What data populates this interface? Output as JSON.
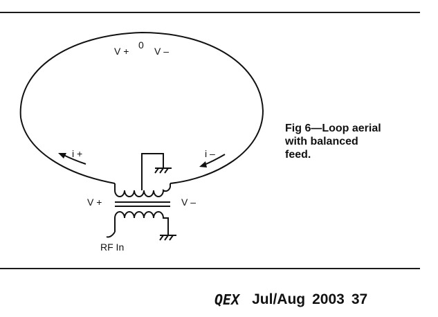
{
  "figure": {
    "labels": {
      "top_v_plus": "V +",
      "top_zero": "0",
      "top_v_minus": "V –",
      "i_plus": "i +",
      "i_minus": "i –",
      "left_v_plus": "V +",
      "right_v_minus": "V –",
      "rf_in": "RF In"
    },
    "caption": {
      "line1": "Fig 6—Loop aerial",
      "line2": "with balanced",
      "line3": "feed."
    }
  },
  "footer": {
    "logo_text": "QEX",
    "issue": "Jul/Aug",
    "year": "2003",
    "page": "37"
  }
}
